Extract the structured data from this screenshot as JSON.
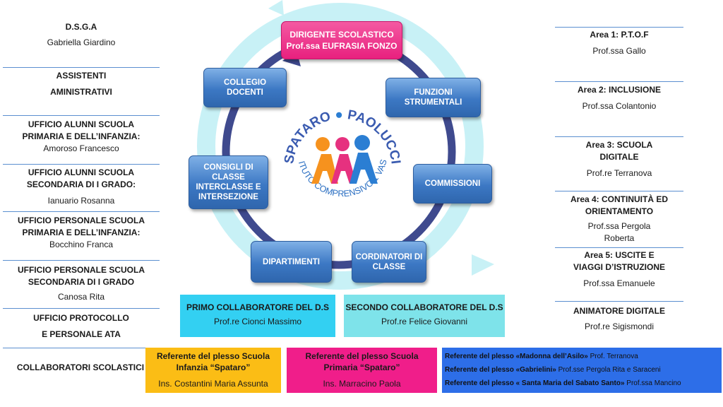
{
  "left": [
    {
      "title": "D.S.G.A",
      "person": "Gabriella Giardino"
    },
    {
      "title": "ASSISTENTI",
      "title2": "AMINISTRATIVI"
    },
    {
      "title": "UFFICIO ALUNNI SCUOLA PRIMARIA E DELL’INFANZIA:",
      "person": "Amoroso Francesco"
    },
    {
      "title": "UFFICIO ALUNNI SCUOLA SECONDARIA DI I GRADO:",
      "person": "Ianuario Rosanna"
    },
    {
      "title": "UFFICIO PERSONALE SCUOLA PRIMARIA E DELL’INFANZIA:",
      "person": "Bocchino Franca"
    },
    {
      "title": "UFFICIO PERSONALE SCUOLA SECONDARIA DI I GRADO",
      "person": "Canosa Rita"
    },
    {
      "title": "UFFICIO PROTOCOLLO",
      "title2": "E PERSONALE ATA"
    },
    {
      "title": "COLLABORATORI SCOLASTICI"
    }
  ],
  "right": [
    {
      "title": "Area 1: P.T.O.F",
      "person": "Prof.ssa Gallo"
    },
    {
      "title": "Area 2: INCLUSIONE",
      "person": "Prof.ssa Colantonio"
    },
    {
      "title": "Area 3: SCUOLA DIGITALE",
      "person": "Prof.re Terranova"
    },
    {
      "title": "Area 4: CONTINUITÀ ED ORIENTAMENTO",
      "person": "Prof.ssa Pergola Roberta"
    },
    {
      "title": "Area 5: USCITE E VIAGGI D’ISTRUZIONE",
      "person": "Prof.ssa Emanuele"
    },
    {
      "title": "ANIMATORE DIGITALE",
      "person": "Prof.re Sigismondi"
    }
  ],
  "center": {
    "dirigente": {
      "title": "DIRIGENTE SCOLASTICO",
      "person": "Prof.ssa EUFRASIA FONZO"
    },
    "nodes": {
      "funzioni": "FUNZIONI STRUMENTALI",
      "commissioni": "COMMISSIONI",
      "cordinatori": "CORDINATORI DI CLASSE",
      "dipartimenti": "DIPARTIMENTI",
      "consigli": "CONSIGLI DI CLASSE INTERCLASSE E INTERSEZIONE",
      "collegio": "COLLEGIO DOCENTI"
    },
    "logo": {
      "name_a": "SPATARO",
      "name_b": "PAOLUCCI",
      "subtitle": "ISTITUTO COMPRENSIVO 1 VASTO"
    }
  },
  "collaboratori": [
    {
      "title": "PRIMO COLLABORATORE DEL D.S",
      "person": "Prof.re Cionci Massimo"
    },
    {
      "title": "SECONDO COLLABORATORE DEL D.S",
      "person": "Prof.re Felice Giovanni"
    }
  ],
  "referenti": {
    "infanzia": {
      "title": "Referente del plesso Scuola Infanzia “Spataro”",
      "person": "Ins. Costantini Maria Assunta"
    },
    "primaria": {
      "title": "Referente del plesso Scuola Primaria “Spataro”",
      "person": "Ins. Marracino Paola"
    },
    "others": [
      {
        "prefix": "Referente del plesso ",
        "plesso": "«Madonna dell’Asilo»",
        "person": " Prof. Terranova"
      },
      {
        "prefix": "Referente del plesso ",
        "plesso": "«Gabrielini»",
        "person": " Prof.sse Pergola Rita e Saraceni"
      },
      {
        "prefix": "Referente del plesso ",
        "plesso": "« Santa Maria del Sabato Santo»",
        "person": " Prof.ssa Mancino"
      }
    ]
  },
  "colors": {
    "node_blue": "#3c78c4",
    "dirigente_pink": "#ec3a8e",
    "cyan_box": "#33d0f2",
    "light_cyan_box": "#7ee3ea",
    "orange_box": "#fbbd15",
    "pink_box": "#f01e8a",
    "blue_box": "#2d6ee8",
    "logo_orange": "#f6921e",
    "logo_pink": "#e6317f",
    "logo_blue": "#2b7ed3"
  }
}
